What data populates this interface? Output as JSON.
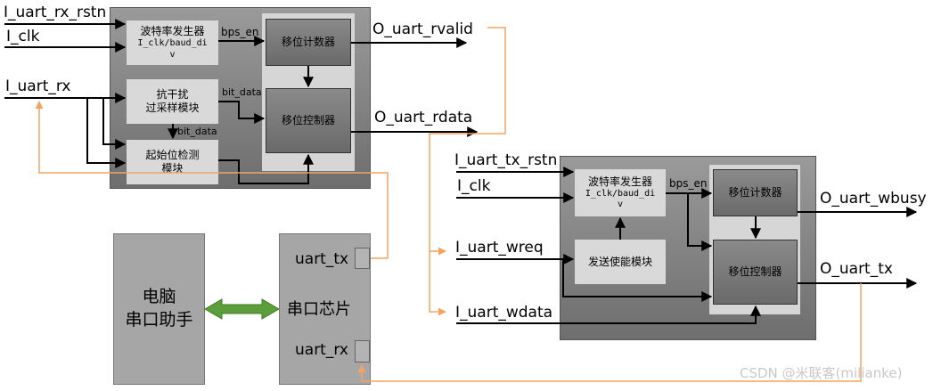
{
  "rx": {
    "inputs": {
      "rstn": "I_uart_rx_rstn",
      "clk": "I_clk",
      "rx": "I_uart_rx"
    },
    "baud": {
      "title": "波特率发生器",
      "sub1": "I_clk/baud_di",
      "sub2": "v"
    },
    "filter": {
      "line1": "抗干扰",
      "line2": "过采样模块"
    },
    "start": {
      "line1": "起始位检测",
      "line2": "模块"
    },
    "counter": "移位计数器",
    "shift": "移位控制器",
    "bps_en": "bps_en",
    "bit_data_a": "bit_data",
    "bit_data_b": "bit_data",
    "outputs": {
      "rvalid": "O_uart_rvalid",
      "rdata": "O_uart_rdata"
    }
  },
  "tx": {
    "inputs": {
      "rstn": "I_uart_tx_rstn",
      "clk": "I_clk",
      "wreq": "I_uart_wreq",
      "wdata": "I_uart_wdata"
    },
    "baud": {
      "title": "波特率发生器",
      "sub1": "I_clk/baud_di",
      "sub2": "v"
    },
    "enable": "发送使能模块",
    "counter": "移位计数器",
    "shift": "移位控制器",
    "bps_en": "bps_en",
    "outputs": {
      "wbusy": "O_uart_wbusy",
      "tx": "O_uart_tx"
    }
  },
  "pc": {
    "line1": "电脑",
    "line2": "串口助手"
  },
  "chip": {
    "title": "串口芯片",
    "tx_pin": "uart_tx",
    "rx_pin": "uart_rx"
  },
  "colors": {
    "orange": "#F4A460",
    "green": "#5B9E3A",
    "wire": "#000000"
  },
  "watermark": "CSDN @米联客(milianke)"
}
